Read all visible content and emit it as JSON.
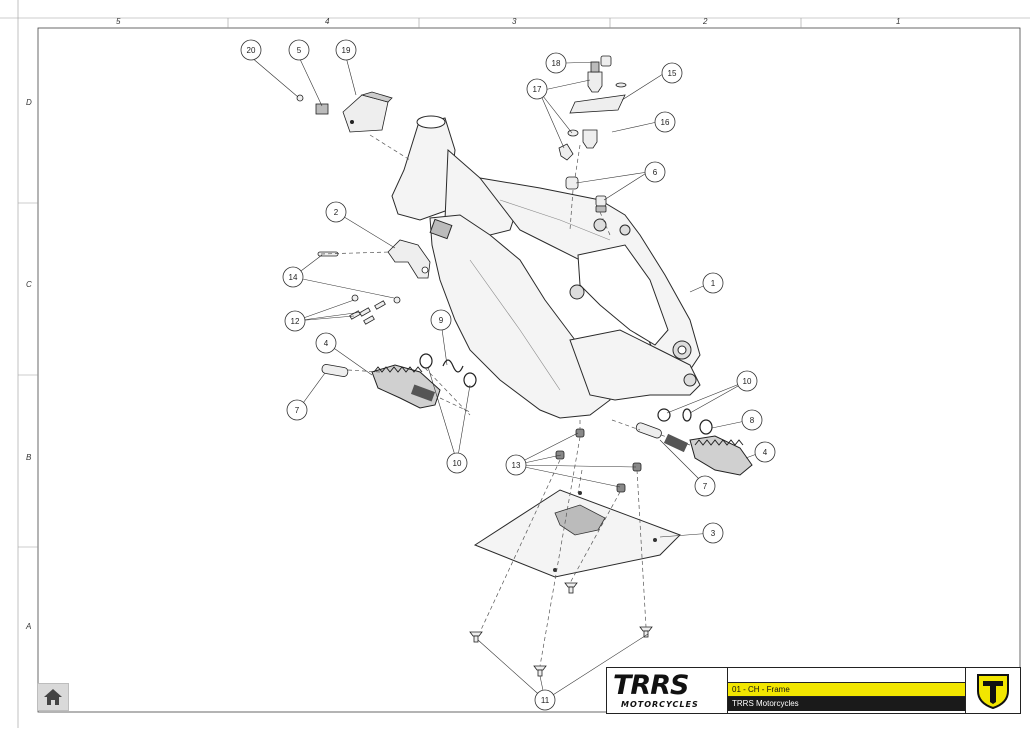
{
  "sheet": {
    "columns": [
      "5",
      "4",
      "3",
      "2",
      "1"
    ],
    "rows": [
      "D",
      "C",
      "B",
      "A"
    ]
  },
  "callouts": [
    {
      "id": "c1",
      "label": "1"
    },
    {
      "id": "c2",
      "label": "2"
    },
    {
      "id": "c3",
      "label": "3"
    },
    {
      "id": "c4a",
      "label": "4"
    },
    {
      "id": "c4b",
      "label": "4"
    },
    {
      "id": "c5",
      "label": "5"
    },
    {
      "id": "c6",
      "label": "6"
    },
    {
      "id": "c7a",
      "label": "7"
    },
    {
      "id": "c7b",
      "label": "7"
    },
    {
      "id": "c8",
      "label": "8"
    },
    {
      "id": "c9",
      "label": "9"
    },
    {
      "id": "c10a",
      "label": "10"
    },
    {
      "id": "c10b",
      "label": "10"
    },
    {
      "id": "c11",
      "label": "11"
    },
    {
      "id": "c12",
      "label": "12"
    },
    {
      "id": "c13",
      "label": "13"
    },
    {
      "id": "c14",
      "label": "14"
    },
    {
      "id": "c15",
      "label": "15"
    },
    {
      "id": "c16",
      "label": "16"
    },
    {
      "id": "c17",
      "label": "17"
    },
    {
      "id": "c18",
      "label": "18"
    },
    {
      "id": "c19",
      "label": "19"
    },
    {
      "id": "c20",
      "label": "20"
    }
  ],
  "title_block": {
    "logo_main": "TRRS",
    "logo_sub": "MOTORCYCLES",
    "document_title": "01 - CH - Frame",
    "company": "TRRS Motorcycles",
    "accent_color": "#f2e600"
  },
  "nav": {
    "home_icon": "home-icon"
  }
}
